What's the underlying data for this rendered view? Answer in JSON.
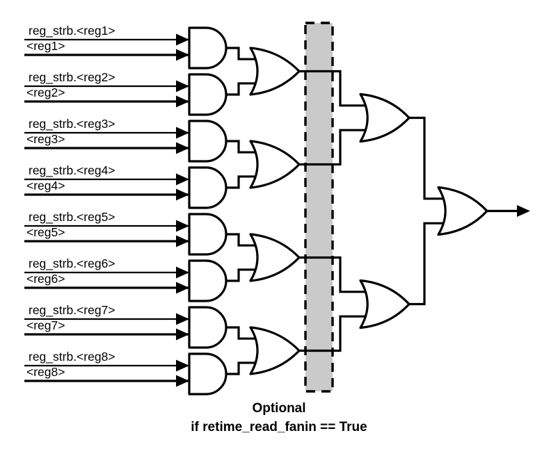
{
  "diagram": {
    "title_caption": "Optional",
    "condition_caption": "if retime_read_fanin == True",
    "colors": {
      "line": "#000000",
      "gate_fill": "#ffffff",
      "optional_band_fill": "#cacaca",
      "background": "#ffffff"
    },
    "inputs": [
      {
        "strobe": "reg_strb.<reg1>",
        "data": "<reg1>"
      },
      {
        "strobe": "reg_strb.<reg2>",
        "data": "<reg2>"
      },
      {
        "strobe": "reg_strb.<reg3>",
        "data": "<reg3>"
      },
      {
        "strobe": "reg_strb.<reg4>",
        "data": "<reg4>"
      },
      {
        "strobe": "reg_strb.<reg5>",
        "data": "<reg5>"
      },
      {
        "strobe": "reg_strb.<reg6>",
        "data": "<reg6>"
      },
      {
        "strobe": "reg_strb.<reg7>",
        "data": "<reg7>"
      },
      {
        "strobe": "reg_strb.<reg8>",
        "data": "<reg8>"
      }
    ],
    "gates": {
      "and_count": 8,
      "or_level1_count": 4,
      "or_level2_count": 2,
      "or_level3_count": 1
    },
    "output": {
      "label": "",
      "arrow": "output-arrow"
    }
  }
}
